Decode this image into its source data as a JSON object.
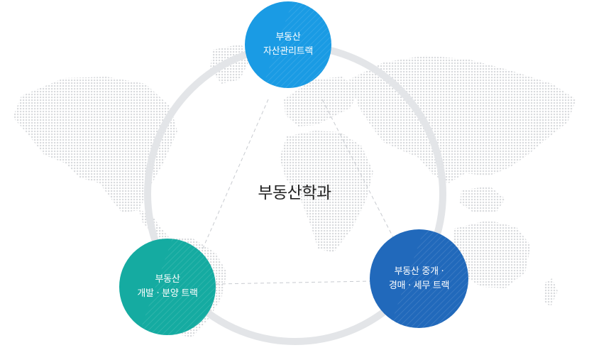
{
  "center": {
    "title": "부동산학과"
  },
  "nodes": {
    "top": {
      "line1": "부동산",
      "line2": "자산관리트랙",
      "color": "#1a9be4"
    },
    "left": {
      "line1": "부동산",
      "line2": "개발 · 분양 트랙",
      "color": "#15aba1"
    },
    "right": {
      "line1": "부동산 중개 ·",
      "line2": "경매 · 세무 트랙",
      "color": "#2169bb"
    }
  },
  "colors": {
    "ring": "#e3e5e8",
    "connector": "#c8cbd0",
    "map_dots": "#d9dbde",
    "text": "#222222"
  }
}
